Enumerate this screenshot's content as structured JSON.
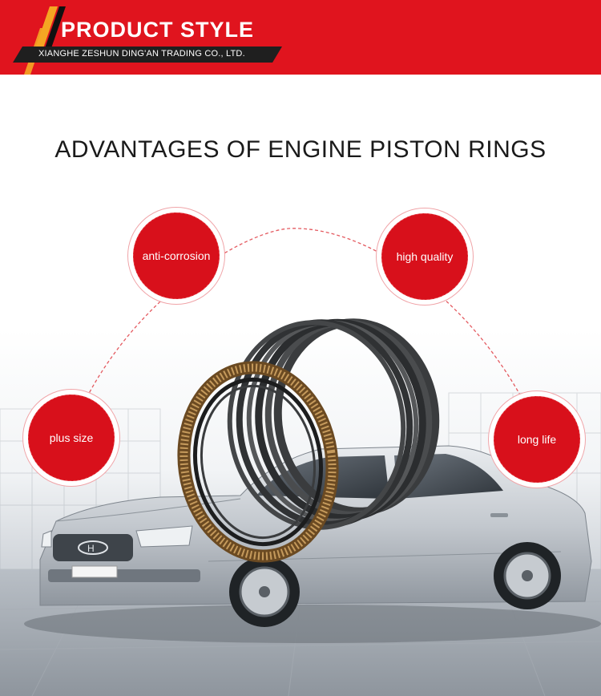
{
  "banner": {
    "title": "PRODUCT STYLE",
    "company": "XIANGHE ZESHUN DING'AN TRADING CO., LTD."
  },
  "heading": "ADVANTAGES OF ENGINE PISTON RINGS",
  "features": [
    {
      "label": "anti-corrosion"
    },
    {
      "label": "high quality"
    },
    {
      "label": "plus size"
    },
    {
      "label": "long life"
    }
  ],
  "colors": {
    "brand_red": "#e0141e",
    "bubble_red": "#d8101b",
    "dark_bar": "#1f1f1f"
  }
}
